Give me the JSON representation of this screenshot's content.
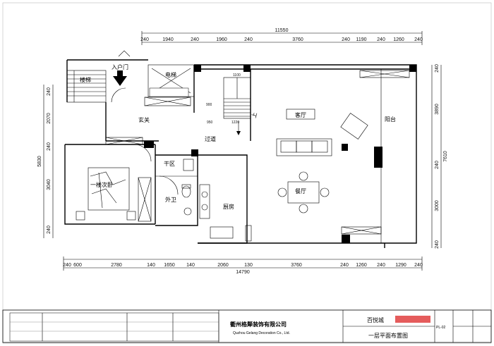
{
  "dims_top_total": "11550",
  "dims_top": [
    "240",
    "1940",
    "240",
    "1960",
    "240",
    "3760",
    "240",
    "1190",
    "240",
    "1260",
    "240"
  ],
  "dims_bottom": [
    "240",
    "600",
    "2780",
    "140",
    "1650",
    "140",
    "2060",
    "130",
    "3760",
    "240",
    "1260",
    "240",
    "1290",
    "240"
  ],
  "dims_bottom_total": "14790",
  "dims_left": [
    "240",
    "2070",
    "240",
    "3040",
    "240"
  ],
  "dims_left_total": "5830",
  "dims_right": [
    "240",
    "3890",
    "240",
    "3000",
    "240"
  ],
  "dims_right_total": "7610",
  "stair_dims": [
    "1100",
    "900",
    "950",
    "1220"
  ],
  "rooms": {
    "stair": "楼梯",
    "entry": "入户门",
    "elevator": "电梯",
    "foyer": "玄关",
    "corridor": "过道",
    "living": "客厅",
    "balcony": "阳台",
    "dry": "干区",
    "bath": "外卫",
    "kitchen": "厨房",
    "dining": "餐厅",
    "bedroom": "一楼次卧",
    "up": "上"
  },
  "title_block": {
    "company_cn": "衢州格犛装饰有限公司",
    "company_en": "Quzhou Gelang Decoration Co., Ltd.",
    "project": "百悦城",
    "drawing_title": "一层平面布置图",
    "drawing_no": "PL-02"
  }
}
